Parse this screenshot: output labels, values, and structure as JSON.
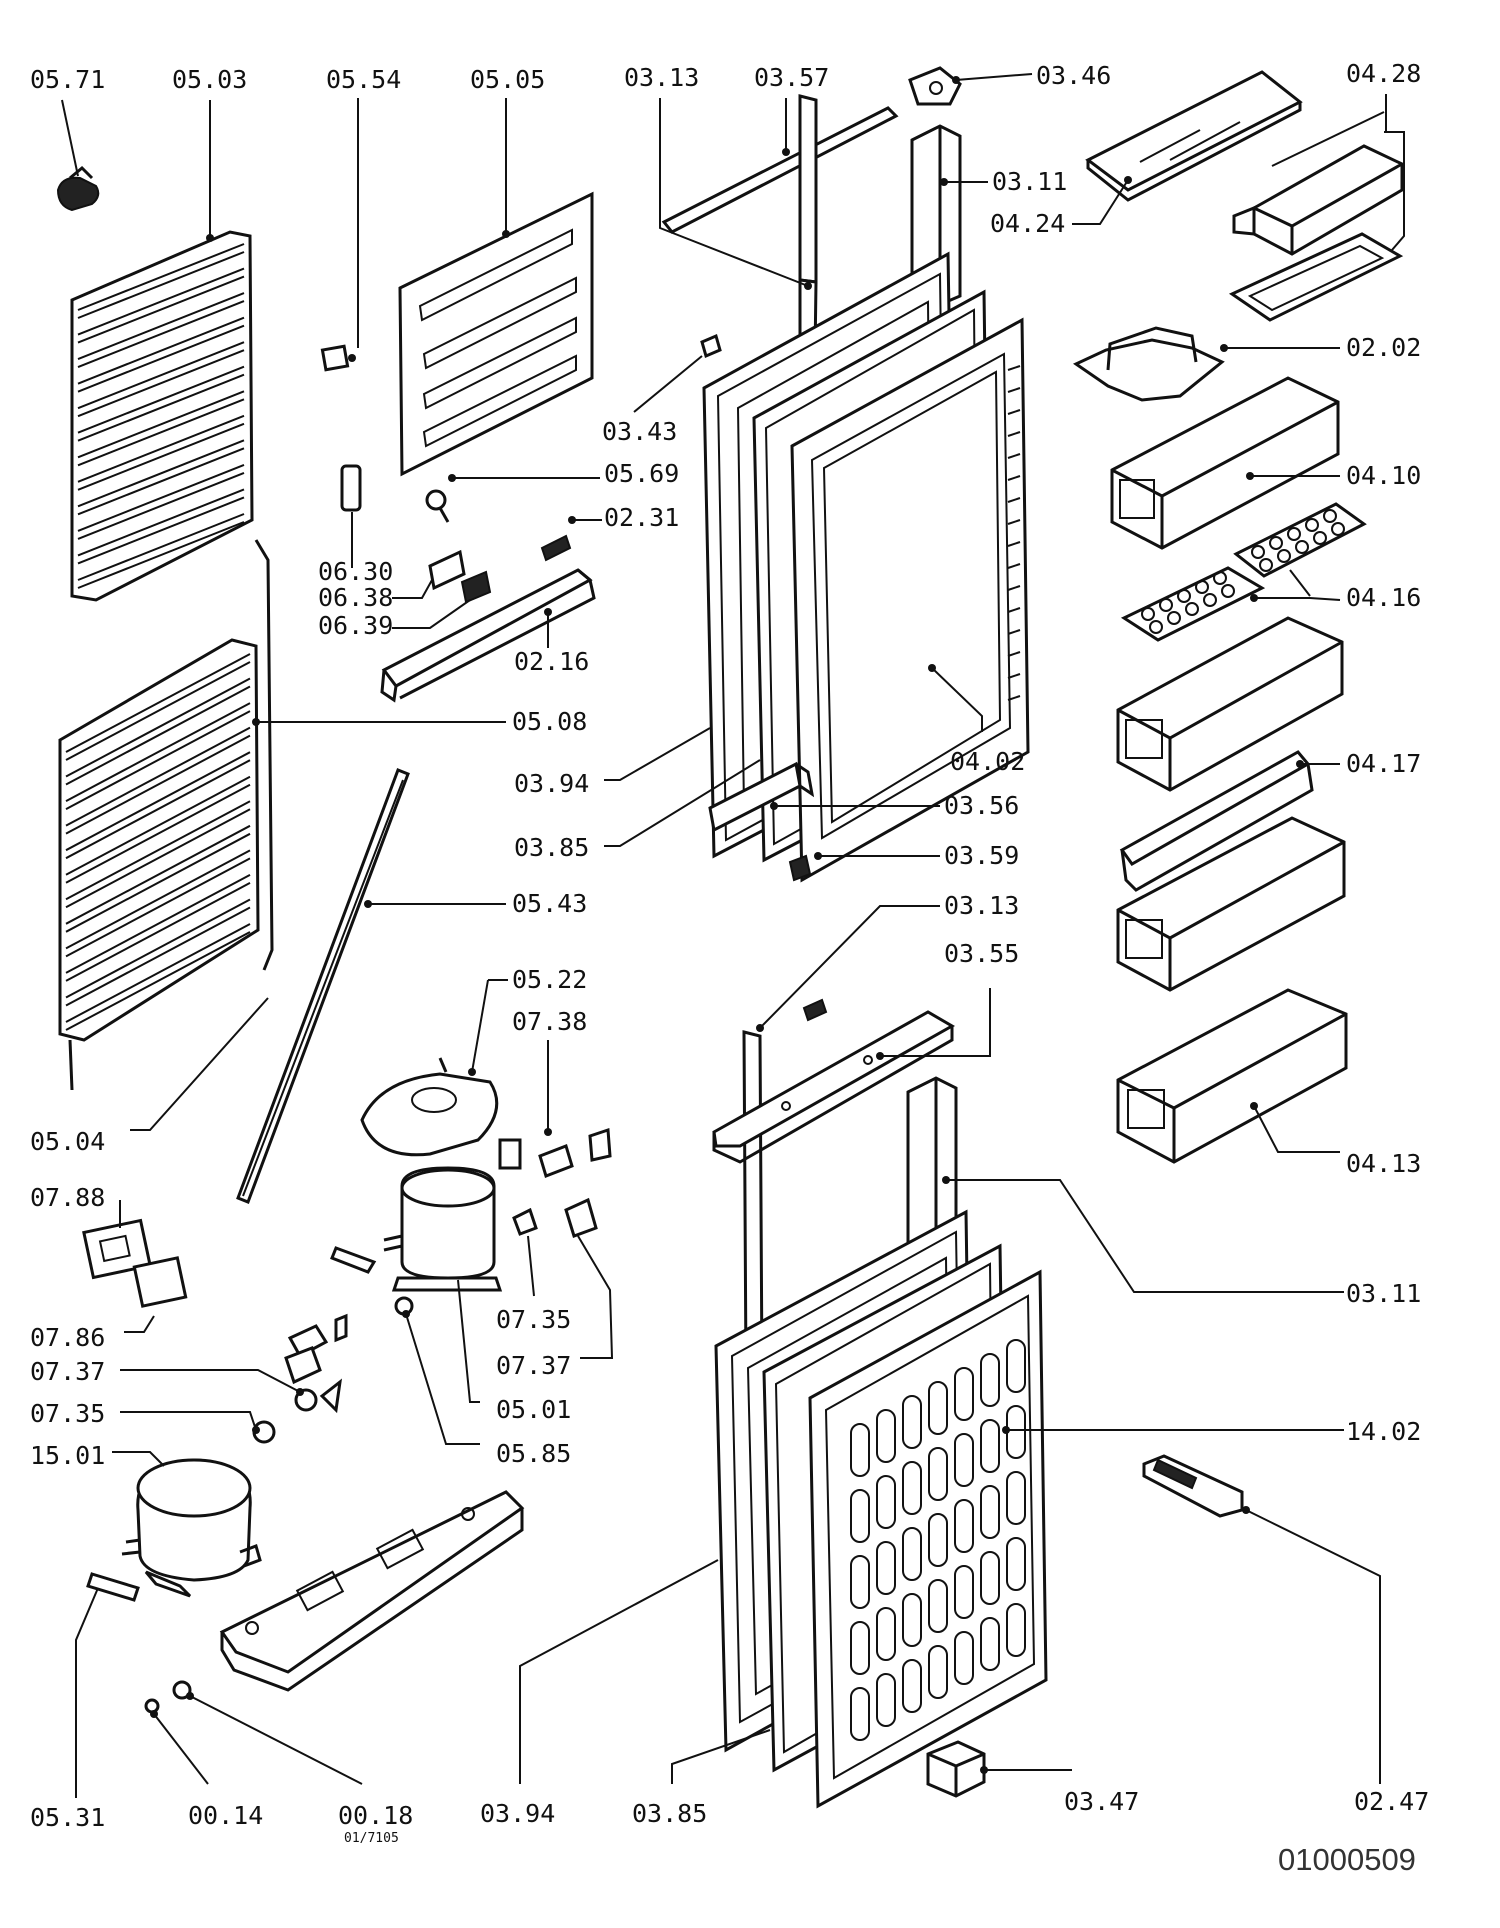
{
  "labels": {
    "l0571": "05.71",
    "l0503": "05.03",
    "l0554": "05.54",
    "l0505": "05.05",
    "l0313a": "03.13",
    "l0357": "03.57",
    "l0346": "03.46",
    "l0428": "04.28",
    "l0311a": "03.11",
    "l0424": "04.24",
    "l0202": "02.02",
    "l0343": "03.43",
    "l0569": "05.69",
    "l0410": "04.10",
    "l0231": "02.31",
    "l0630": "06.30",
    "l0638": "06.38",
    "l0639": "06.39",
    "l0416": "04.16",
    "l0216": "02.16",
    "l0508": "05.08",
    "l0394a": "03.94",
    "l0402": "04.02",
    "l0417": "04.17",
    "l0356": "03.56",
    "l0385a": "03.85",
    "l0359": "03.59",
    "l0543": "05.43",
    "l0313b": "03.13",
    "l0355": "03.55",
    "l0522": "05.22",
    "l0738": "07.38",
    "l0504": "05.04",
    "l0413": "04.13",
    "l0788": "07.88",
    "l0311b": "03.11",
    "l0786": "07.86",
    "l0735a": "07.35",
    "l0737a": "07.37",
    "l0737b": "07.37",
    "l0501": "05.01",
    "l0735b": "07.35",
    "l1402": "14.02",
    "l0585": "05.85",
    "l1501": "15.01",
    "l0531": "05.31",
    "l0014": "00.14",
    "l0018": "00.18",
    "l0394b": "03.94",
    "l0385b": "03.85",
    "l0347": "03.47",
    "l0247": "02.47"
  },
  "sheet_code": "01/7105",
  "drawing_number": "01000509"
}
